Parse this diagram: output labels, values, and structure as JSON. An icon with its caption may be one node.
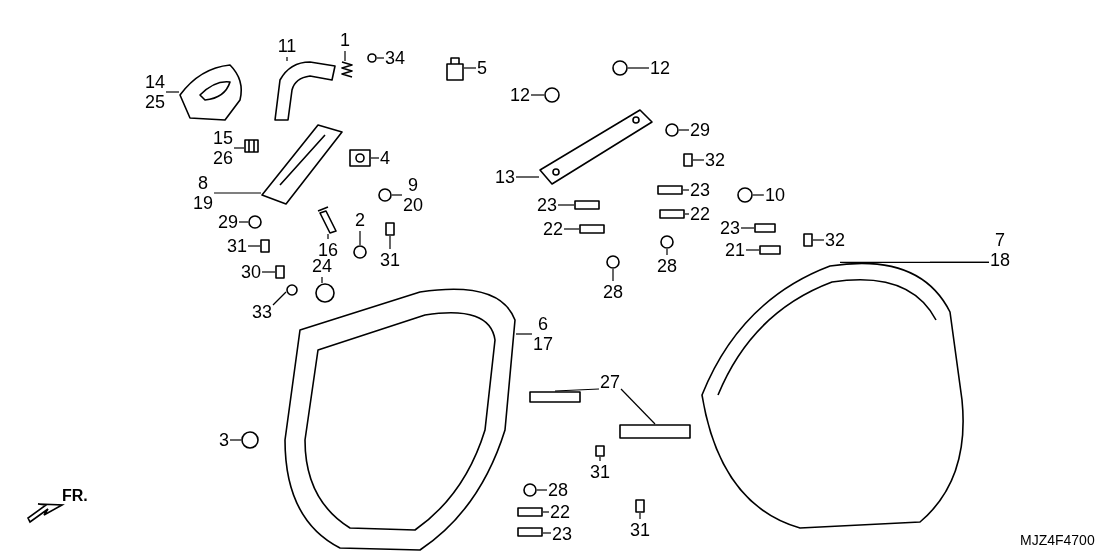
{
  "diagram": {
    "nodes": [
      {
        "text": [
          "11"
        ]
      },
      {
        "text": [
          "1"
        ]
      },
      {
        "text": [
          "34"
        ]
      },
      {
        "text": [
          "5"
        ]
      },
      {
        "text": [
          "14",
          "25"
        ]
      },
      {
        "text": [
          "15",
          "26"
        ]
      },
      {
        "text": [
          "4"
        ]
      },
      {
        "text": [
          "8",
          "19"
        ]
      },
      {
        "text": [
          "9",
          "20"
        ]
      },
      {
        "text": [
          "29"
        ]
      },
      {
        "text": [
          "31"
        ]
      },
      {
        "text": [
          "16"
        ]
      },
      {
        "text": [
          "2"
        ]
      },
      {
        "text": [
          "31"
        ]
      },
      {
        "text": [
          "30"
        ]
      },
      {
        "text": [
          "24"
        ]
      },
      {
        "text": [
          "33"
        ]
      },
      {
        "text": [
          "6",
          "17"
        ]
      },
      {
        "text": [
          "3"
        ]
      },
      {
        "text": [
          "12"
        ]
      },
      {
        "text": [
          "12"
        ]
      },
      {
        "text": [
          "13"
        ]
      },
      {
        "text": [
          "29"
        ]
      },
      {
        "text": [
          "32"
        ]
      },
      {
        "text": [
          "23"
        ]
      },
      {
        "text": [
          "22"
        ]
      },
      {
        "text": [
          "23"
        ]
      },
      {
        "text": [
          "22"
        ]
      },
      {
        "text": [
          "28"
        ]
      },
      {
        "text": [
          "28"
        ]
      },
      {
        "text": [
          "10"
        ]
      },
      {
        "text": [
          "23"
        ]
      },
      {
        "text": [
          "21"
        ]
      },
      {
        "text": [
          "32"
        ]
      },
      {
        "text": [
          "7",
          "18"
        ]
      },
      {
        "text": [
          "27"
        ]
      },
      {
        "text": [
          "31"
        ]
      },
      {
        "text": [
          "31"
        ]
      },
      {
        "text": [
          "28"
        ]
      },
      {
        "text": [
          "22"
        ]
      },
      {
        "text": [
          "23"
        ]
      },
      {
        "text": [],
        "shape": "picture"
      },
      {
        "text": [],
        "shape": "picture"
      },
      {
        "text": [],
        "shape": "circle"
      },
      {
        "text": [],
        "shape": "picture"
      },
      {
        "text": [],
        "shape": "picture"
      },
      {
        "text": [],
        "shape": "picture"
      },
      {
        "text": [],
        "shape": "picture"
      },
      {
        "text": [],
        "shape": "picture"
      },
      {
        "text": [],
        "shape": "circle"
      },
      {
        "text": [],
        "shape": "circle"
      },
      {
        "text": [],
        "shape": "box"
      },
      {
        "text": [],
        "shape": "picture"
      },
      {
        "text": [],
        "shape": "circle"
      },
      {
        "text": [],
        "shape": "box"
      },
      {
        "text": [],
        "shape": "box"
      },
      {
        "text": [],
        "shape": "circle"
      },
      {
        "text": [],
        "shape": "circle"
      },
      {
        "text": [],
        "shape": "picture"
      },
      {
        "text": [],
        "shape": "circle"
      },
      {
        "text": [],
        "shape": "circle"
      },
      {
        "text": [],
        "shape": "circle"
      },
      {
        "text": [],
        "shape": "picture"
      },
      {
        "text": [],
        "shape": "circle"
      },
      {
        "text": [],
        "shape": "box"
      },
      {
        "text": [],
        "shape": "box"
      },
      {
        "text": [],
        "shape": "box"
      },
      {
        "text": [],
        "shape": "box"
      },
      {
        "text": [],
        "shape": "box"
      },
      {
        "text": [],
        "shape": "circle"
      },
      {
        "text": [],
        "shape": "circle"
      },
      {
        "text": [],
        "shape": "circle"
      },
      {
        "text": [],
        "shape": "box"
      },
      {
        "text": [],
        "shape": "box"
      },
      {
        "text": [],
        "shape": "box"
      },
      {
        "text": [],
        "shape": "picture"
      },
      {
        "text": [],
        "shape": "box"
      },
      {
        "text": [],
        "shape": "box"
      },
      {
        "text": [],
        "shape": "box"
      },
      {
        "text": [],
        "shape": "box"
      },
      {
        "text": [],
        "shape": "circle"
      },
      {
        "text": [],
        "shape": "box"
      },
      {
        "text": [],
        "shape": "box"
      }
    ],
    "edges": [
      {
        "from": 0,
        "to": 41,
        "arrow": "none"
      },
      {
        "from": 1,
        "to": 42,
        "arrow": "none"
      },
      {
        "from": 2,
        "to": 43,
        "arrow": "none"
      },
      {
        "from": 3,
        "to": 44,
        "arrow": "none"
      },
      {
        "from": 4,
        "to": 45,
        "arrow": "none"
      },
      {
        "from": 5,
        "to": 46,
        "arrow": "none"
      },
      {
        "from": 6,
        "to": 47,
        "arrow": "none"
      },
      {
        "from": 7,
        "to": 48,
        "arrow": "none"
      },
      {
        "from": 8,
        "to": 49,
        "arrow": "none"
      },
      {
        "from": 9,
        "to": 50,
        "arrow": "none"
      },
      {
        "from": 10,
        "to": 51,
        "arrow": "none"
      },
      {
        "from": 11,
        "to": 52,
        "arrow": "none"
      },
      {
        "from": 12,
        "to": 53,
        "arrow": "none"
      },
      {
        "from": 13,
        "to": 54,
        "arrow": "none"
      },
      {
        "from": 14,
        "to": 55,
        "arrow": "none"
      },
      {
        "from": 15,
        "to": 56,
        "arrow": "none"
      },
      {
        "from": 16,
        "to": 57,
        "arrow": "none"
      },
      {
        "from": 17,
        "to": 58,
        "arrow": "none"
      },
      {
        "from": 18,
        "to": 59,
        "arrow": "none"
      },
      {
        "from": 19,
        "to": 60,
        "arrow": "none"
      },
      {
        "from": 20,
        "to": 61,
        "arrow": "none"
      },
      {
        "from": 21,
        "to": 62,
        "arrow": "none"
      },
      {
        "from": 22,
        "to": 63,
        "arrow": "none"
      },
      {
        "from": 23,
        "to": 64,
        "arrow": "none"
      },
      {
        "from": 24,
        "to": 65,
        "arrow": "none"
      },
      {
        "from": 25,
        "to": 66,
        "arrow": "none"
      },
      {
        "from": 26,
        "to": 67,
        "arrow": "none"
      },
      {
        "from": 27,
        "to": 68,
        "arrow": "none"
      },
      {
        "from": 28,
        "to": 69,
        "arrow": "none"
      },
      {
        "from": 29,
        "to": 70,
        "arrow": "none"
      },
      {
        "from": 30,
        "to": 71,
        "arrow": "none"
      },
      {
        "from": 31,
        "to": 72,
        "arrow": "none"
      },
      {
        "from": 32,
        "to": 73,
        "arrow": "none"
      },
      {
        "from": 33,
        "to": 74,
        "arrow": "none"
      },
      {
        "from": 34,
        "to": 75,
        "arrow": "none"
      },
      {
        "from": 34,
        "to": 75,
        "arrow": "none"
      },
      {
        "from": 35,
        "to": 76,
        "arrow": "none"
      },
      {
        "from": 35,
        "to": 77,
        "arrow": "none"
      },
      {
        "from": 36,
        "to": 78,
        "arrow": "none"
      },
      {
        "from": 37,
        "to": 79,
        "arrow": "none"
      },
      {
        "from": 38,
        "to": 80,
        "arrow": "none"
      },
      {
        "from": 39,
        "to": 81,
        "arrow": "none"
      },
      {
        "from": 40,
        "to": 82,
        "arrow": "none"
      }
    ],
    "labels": [
      "FR.",
      "MJZ4F4700"
    ]
  }
}
